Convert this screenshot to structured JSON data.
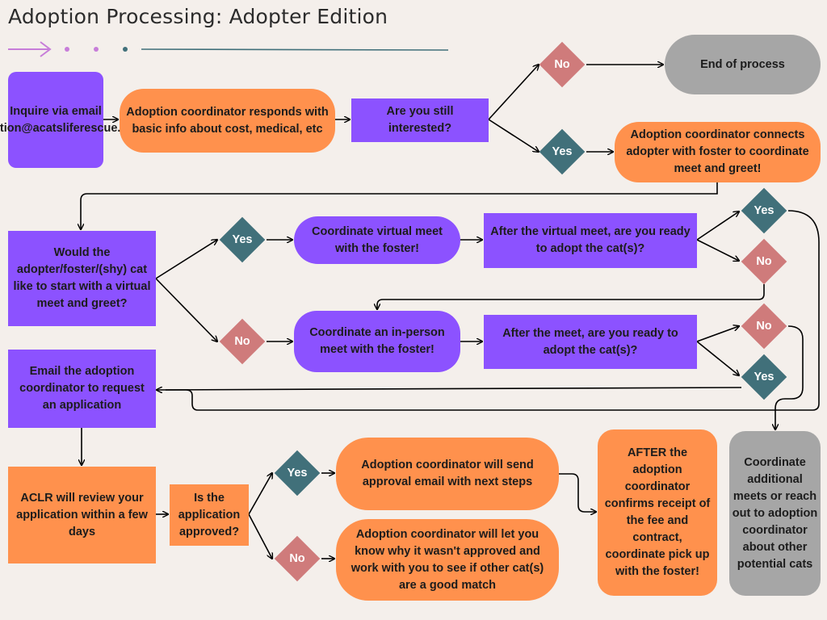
{
  "title": "Adoption Processing: Adopter Edition",
  "colors": {
    "purple": "#8c52ff",
    "orange": "#ff914d",
    "gray": "#a6a6a6",
    "yes_diamond": "#41707a",
    "no_diamond": "#cf7b7b",
    "line": "#000000",
    "background": "#f4efeb"
  },
  "nodes": {
    "inquire": "Inquire via email (adoption@acatsliferescue.org)",
    "coordinator_responds": "Adoption coordinator responds with basic info about cost, medical, etc",
    "still_interested": "Are you still interested?",
    "end_process": "End of process",
    "connects_foster": "Adoption coordinator connects adopter with foster to coordinate meet and greet!",
    "virtual_question": "Would the adopter/foster/(shy) cat like to start with a virtual meet and greet?",
    "virtual_meet": "Coordinate virtual meet with the foster!",
    "after_virtual": "After the virtual meet, are you ready to adopt the cat(s)?",
    "inperson_meet": "Coordinate an in-person meet with the foster!",
    "after_meet": "After the meet, are you ready to adopt the cat(s)?",
    "email_application": "Email the adoption coordinator to request an application",
    "review": "ACLR will review your application within a few days",
    "approved_question": "Is the application approved?",
    "approval_email": "Adoption coordinator will send approval email with next steps",
    "not_approved": "Adoption coordinator will let you know why it wasn't approved and work with you to see if other cat(s) are a good match",
    "after_fee": "AFTER the adoption coordinator confirms receipt of the fee and contract, coordinate pick up with the foster!",
    "additional_meets": "Coordinate additional meets or reach out to adoption coordinator about other potential cats"
  },
  "decisions": {
    "yes": "Yes",
    "no": "No"
  }
}
